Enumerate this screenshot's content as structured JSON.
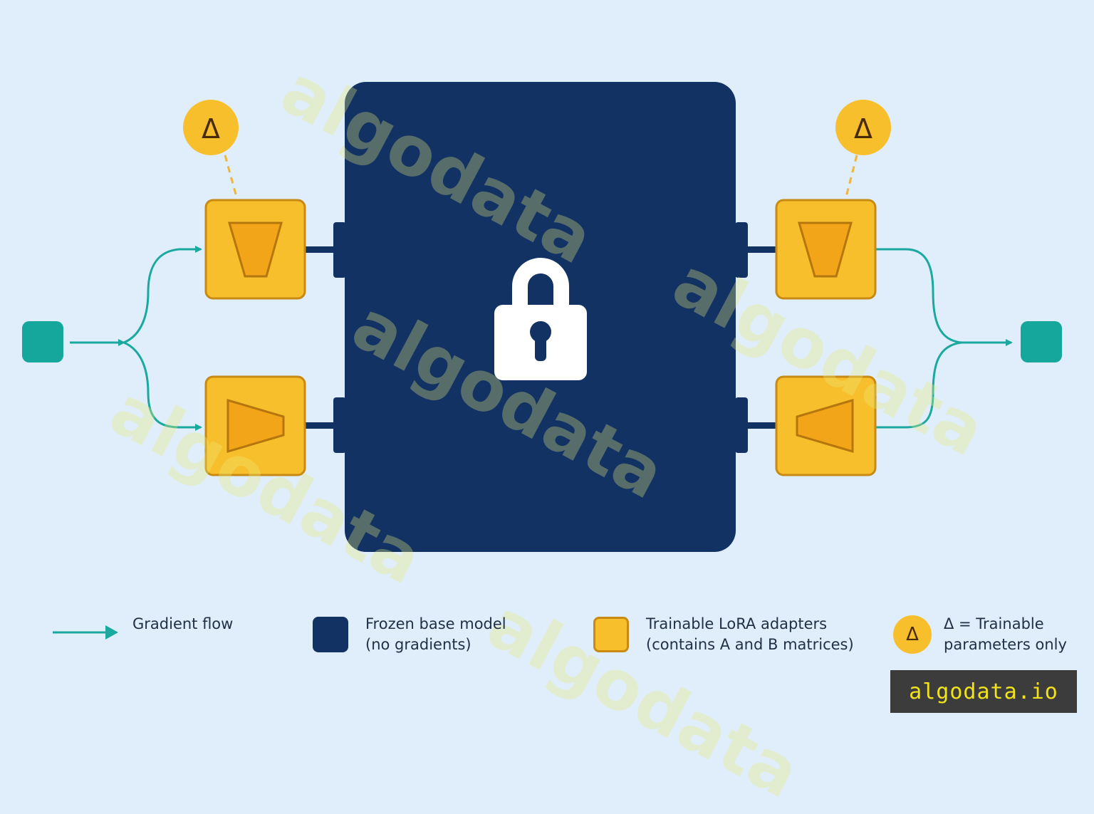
{
  "diagram": {
    "delta_symbol": "Δ",
    "colors": {
      "background": "#dfeefa",
      "frozen_model": "#123264",
      "adapter_fill": "#f8bf2c",
      "adapter_border": "#c98a14",
      "gradient": "#1aa89f",
      "io_node": "#16a79c"
    },
    "icons": [
      "lock-icon",
      "delta-badge-icon",
      "trapezoid-down-icon",
      "trapezoid-right-icon",
      "trapezoid-left-icon"
    ]
  },
  "legend": {
    "gradient": {
      "line1": "Gradient flow"
    },
    "frozen": {
      "line1": "Frozen base model",
      "line2": "(no gradients)"
    },
    "trainable": {
      "line1": "Trainable LoRA adapters",
      "line2": "(contains A and B matrices)"
    },
    "delta": {
      "symbol": "Δ",
      "line1": "Δ = Trainable",
      "line2": "parameters only"
    }
  },
  "watermark": {
    "text": "algodata"
  },
  "brand": {
    "badge": "algodata.io"
  }
}
